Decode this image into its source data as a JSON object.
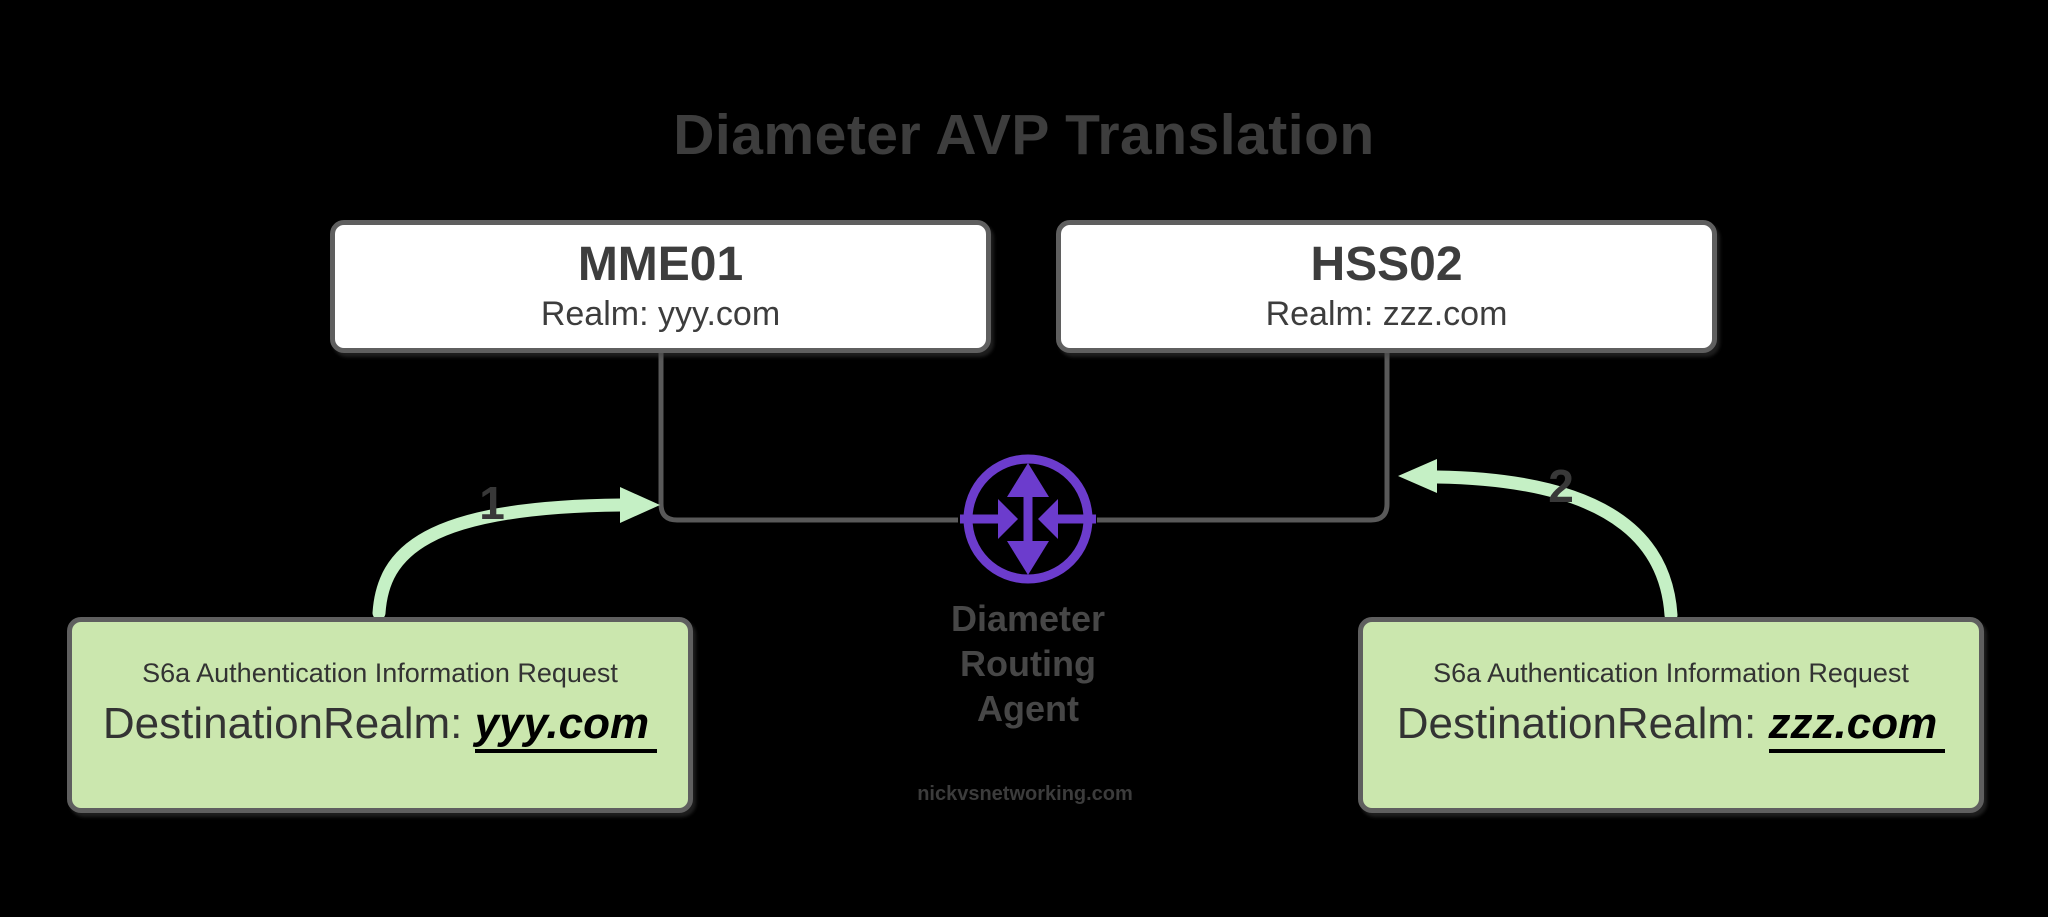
{
  "title": "Diameter AVP Translation",
  "nodes": [
    {
      "id": "mme01",
      "name": "MME01",
      "realm": "Realm: yyy.com"
    },
    {
      "id": "hss02",
      "name": "HSS02",
      "realm": "Realm: zzz.com"
    }
  ],
  "dra": {
    "icon": "diameter-router-icon",
    "lines": [
      "Diameter",
      "Routing",
      "Agent"
    ]
  },
  "messages": [
    {
      "step": "1",
      "title": "S6a Authentication Information Request",
      "avp_prefix": "DestinationRealm: ",
      "avp_value": "yyy.com"
    },
    {
      "step": "2",
      "title": "S6a Authentication Information Request",
      "avp_prefix": "DestinationRealm: ",
      "avp_value": "zzz.com"
    }
  ],
  "watermark": "nickvsnetworking.com",
  "colors": {
    "background": "#000000",
    "title_text": "#3d3d3d",
    "node_fill": "#ffffff",
    "node_border": "#5f5f5f",
    "node_text": "#3d3d3d",
    "msg_fill": "#cbe7ae",
    "msg_border": "#5f5f5f",
    "msg_text": "#333333",
    "avp_value_text": "#000000",
    "connector_gray": "#595959",
    "dra_purple": "#6c3ccd",
    "arrow_green": "#c5f0c5",
    "step_text": "#383838",
    "dra_text": "#474747",
    "watermark_text": "#3c3c3c"
  }
}
